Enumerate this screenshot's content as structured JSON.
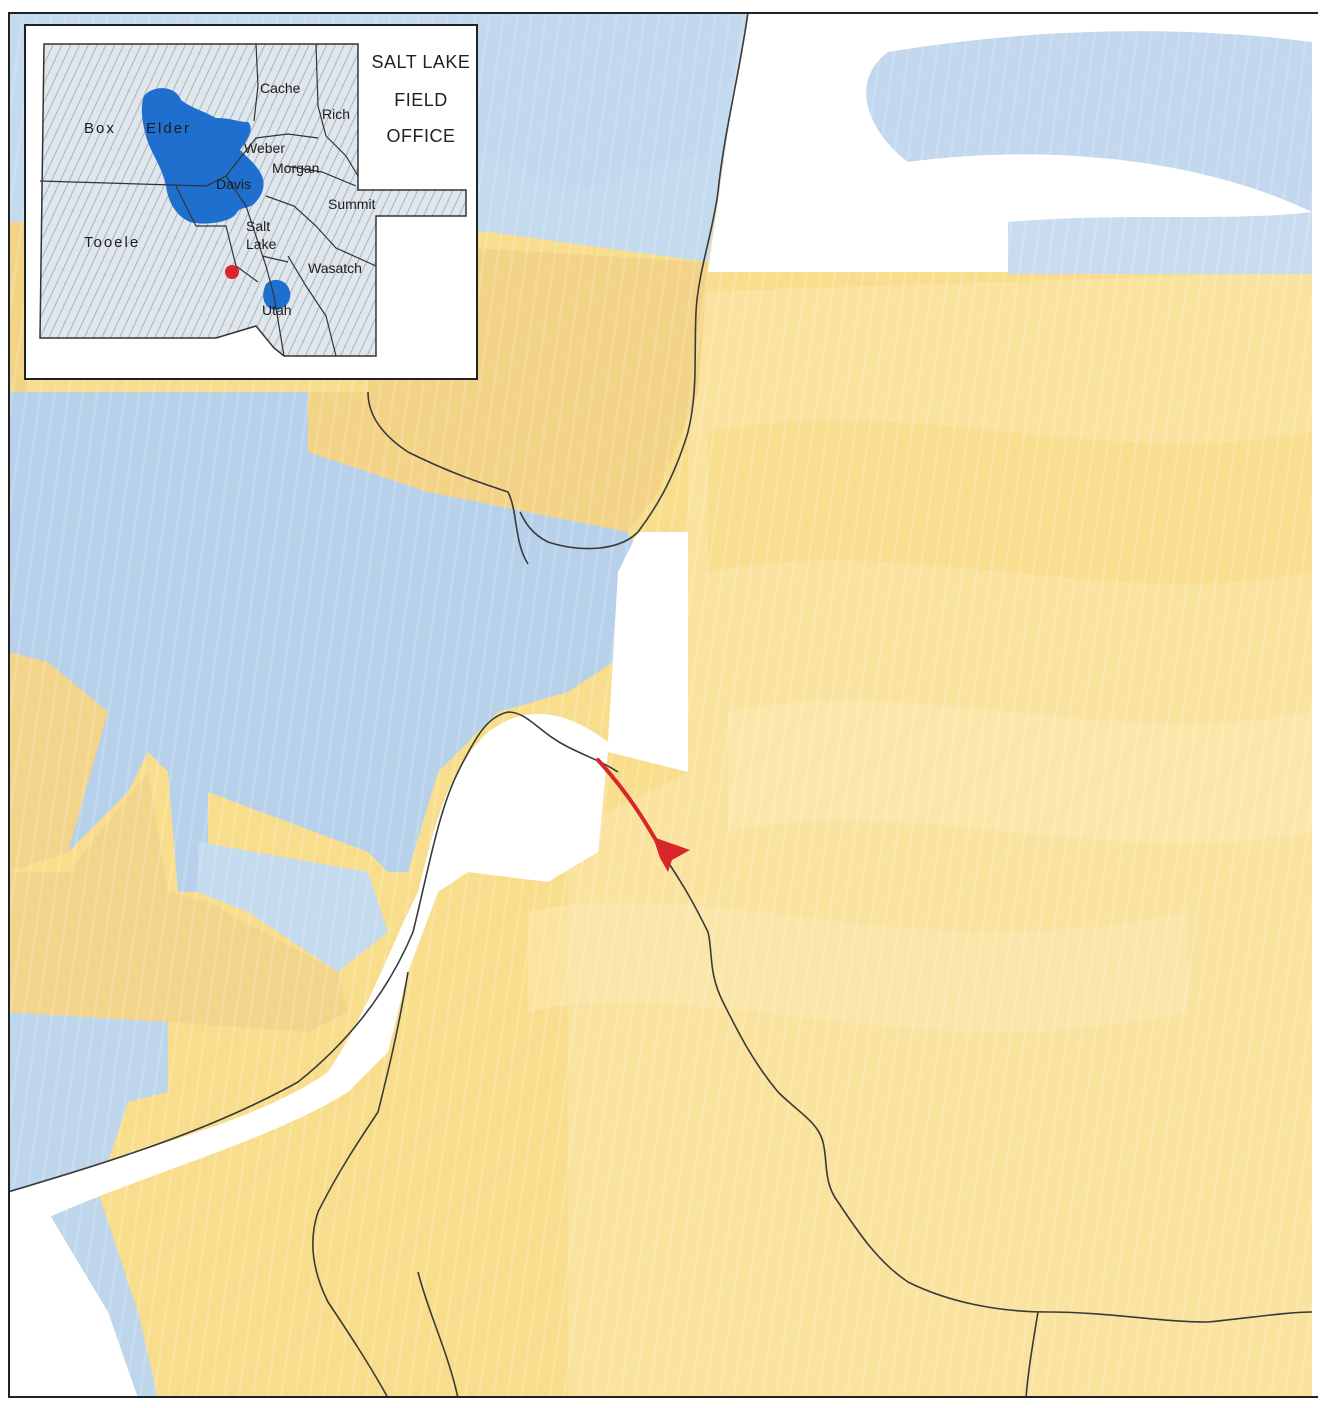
{
  "inset": {
    "title_lines": [
      "SALT LAKE",
      "FIELD",
      "OFFICE"
    ],
    "counties": {
      "box": "Box",
      "elder": "Elder",
      "cache": "Cache",
      "rich": "Rich",
      "weber": "Weber",
      "morgan": "Morgan",
      "davis": "Davis",
      "summit": "Summit",
      "tooele": "Tooele",
      "salt": "Salt",
      "lake": "Lake",
      "wasatch": "Wasatch",
      "utah": "Utah"
    }
  },
  "colors": {
    "land_yellow": "#f7db84",
    "land_light_yellow": "#fae7a8",
    "land_blue": "#b9d4ec",
    "field_office_blue": "#1f6fce",
    "project_red": "#d8262a",
    "boundary": "#3a3a3a"
  }
}
